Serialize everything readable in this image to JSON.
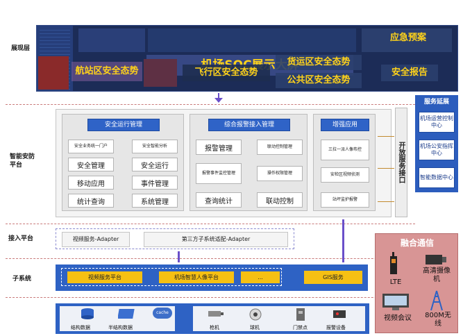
{
  "layers": {
    "display": "展现层",
    "security_platform": "智能安防平台",
    "access_platform": "接入平台",
    "subsystem": "子系统"
  },
  "screen": {
    "title": "机场SOC展示大屏",
    "emergency": "应急预案",
    "terminal": "航站区安全态势",
    "airside": "飞行区安全态势",
    "cargo": "货运区安全态势",
    "public": "公共区安全态势",
    "report": "安全报告"
  },
  "ops": {
    "head": "安全运行管理",
    "portal": "安全业务统一门户",
    "analysis": "安全智能分析",
    "safety_mgmt": "安全管理",
    "safety_run": "安全运行",
    "mobile": "移动应用",
    "event": "事件管理",
    "stats": "统计查询",
    "system": "系统管理"
  },
  "alarm": {
    "head": "综合报警接入管理",
    "alarm_mgmt": "报警管理",
    "linkage_ctrl": "联动控制管理",
    "event_monitor": "报警事件监控管理",
    "permission": "操作权限管理",
    "query": "查询统计",
    "linkage": "联动控制"
  },
  "enhance": {
    "head": "增强应用",
    "face": "三拉一派人像布控",
    "video": "安检区视频侦测",
    "perimeter": "站坪监护报警"
  },
  "open_interface": "开放服务接口",
  "service_ext": {
    "title": "服务延展",
    "items": [
      "机场运营控制中心",
      "机场公安指挥中心",
      "智能数据中心"
    ]
  },
  "access": {
    "video_adapter": "视频服务-Adapter",
    "third_adapter": "第三方子系统适配-Adapter"
  },
  "subsystem": {
    "video_platform": "视频服务平台",
    "face_platform": "机场智慧人像平台",
    "more": "...",
    "gis": "GIS服务"
  },
  "bottom": {
    "structured": "结构数据",
    "semi": "半结构数据",
    "cache": "cache",
    "gun": "枪机",
    "dome": "球机",
    "door": "门禁点",
    "alarm_device": "报警设备"
  },
  "fusion": {
    "title": "融合通信",
    "lte": "LTE",
    "hd_camera": "高清摄像机",
    "video_conf": "视频会议",
    "wireless": "800M无线"
  }
}
